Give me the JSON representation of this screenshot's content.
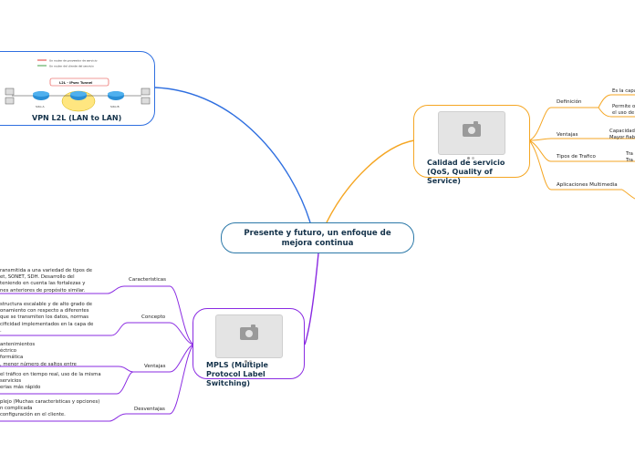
{
  "colors": {
    "root_border": "#2b78a8",
    "blue": "#2f6fe0",
    "orange": "#f5a623",
    "purple": "#8a2be2"
  },
  "root": {
    "title": "Presente y futuro, un enfoque de mejora continua"
  },
  "vpn": {
    "title": "VPN L2L (LAN to LAN)",
    "image": {
      "legend": [
        "Un router de proveedor de servicio",
        "Un router del cliente del servicio"
      ],
      "tunnel": "L2L - IPsec Tunnel",
      "sites": [
        "Sitio A",
        "Sitio B"
      ]
    }
  },
  "qos": {
    "title": "Calidad de servicio (QoS, Quality of Service)",
    "branches": [
      {
        "label": "Definición",
        "leaves": [
          "Es la capa",
          "Permite o\nel uso de"
        ]
      },
      {
        "label": "Ventajas",
        "leaves": [
          "Capacidad\nMayor fiab"
        ]
      },
      {
        "label": "Tipos de Trafico",
        "leaves": [
          "Tra\nTra"
        ]
      },
      {
        "label": "Aplicaciones Multimedia",
        "leaves": []
      }
    ]
  },
  "mpls": {
    "title": "MPLS (Multiple Protocol Label Switching)",
    "branches": [
      {
        "label": "Caracteristicas",
        "leaves": [
          "ransmitida a una variedad de tipos de\net, SONET, SDH. Desarrollo del\nteniendo en cuenta las fortalezas y\nnes anteriores de propósito similar."
        ]
      },
      {
        "label": "Concepto",
        "leaves": [
          "structura escalable y de alto grado de\nonamiento con respecto a diferentes\nque se transmiten los datos, normas\ncificidad implementados en la capa de\n."
        ]
      },
      {
        "label": "Ventajas",
        "leaves": [
          "antenimientos\néctrico\nformática\n, menor número de saltos entre",
          "el tráfico en tiempo real, uso de la misma\nservicios\nerias más rápido"
        ]
      },
      {
        "label": "Desventajas",
        "leaves": [
          "plejo (Muchas características y opciones)\nn complicada\nconfiguración en el cliente."
        ]
      }
    ]
  }
}
